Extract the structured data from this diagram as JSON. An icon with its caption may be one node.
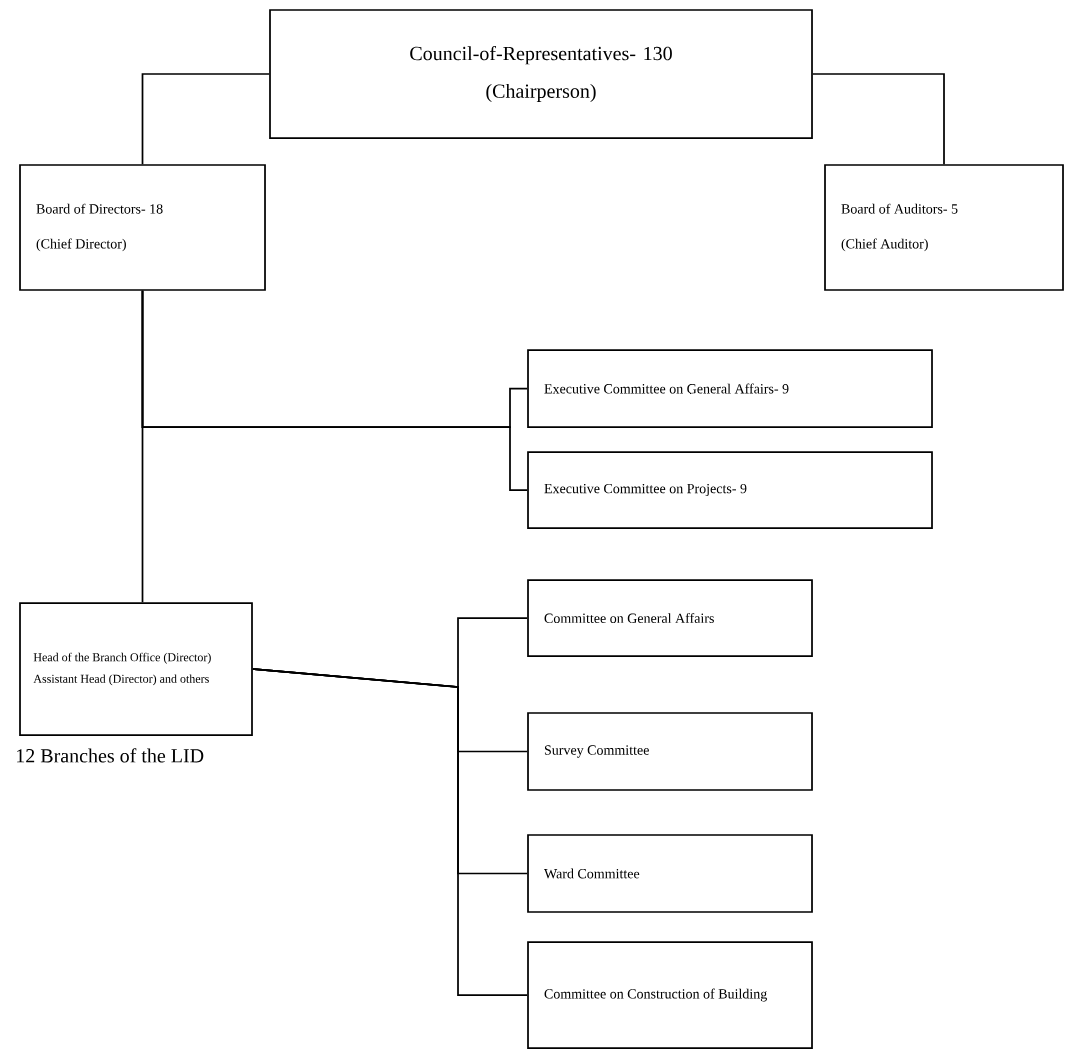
{
  "diagram": {
    "nodes": [
      {
        "text": [
          "Council-of-Representatives- 130",
          "(Chairperson)"
        ]
      },
      {
        "text": [
          "Board of Directors- 18",
          "(Chief Director)"
        ]
      },
      {
        "text": [
          "Board of Auditors- 5",
          "(Chief Auditor)"
        ]
      },
      {
        "text": [
          "Executive Committee on General Affairs- 9"
        ]
      },
      {
        "text": [
          "Executive Committee on Projects- 9"
        ]
      },
      {
        "text": [
          "Head of the Branch Office (Director)",
          "Assistant Head (Director) and others"
        ],
        "beside": [
          "12 Branches of the LID"
        ]
      },
      {
        "text": [
          "Committee on General Affairs"
        ]
      },
      {
        "text": [
          "Survey Committee"
        ]
      },
      {
        "text": [
          "Ward Committee"
        ]
      },
      {
        "text": [
          "Committee on Construction of Building"
        ]
      }
    ],
    "edges": [
      {
        "from": 0,
        "to": 1,
        "arrow": "none"
      },
      {
        "from": 0,
        "to": 2,
        "arrow": "none"
      },
      {
        "from": 1,
        "to": 3,
        "arrow": "none"
      },
      {
        "from": 1,
        "to": 4,
        "arrow": "none"
      },
      {
        "from": 1,
        "to": 5,
        "arrow": "none"
      },
      {
        "from": 5,
        "to": 6,
        "arrow": "none"
      },
      {
        "from": 5,
        "to": 7,
        "arrow": "none"
      },
      {
        "from": 5,
        "to": 8,
        "arrow": "none"
      },
      {
        "from": 5,
        "to": 9,
        "arrow": "none"
      }
    ]
  }
}
